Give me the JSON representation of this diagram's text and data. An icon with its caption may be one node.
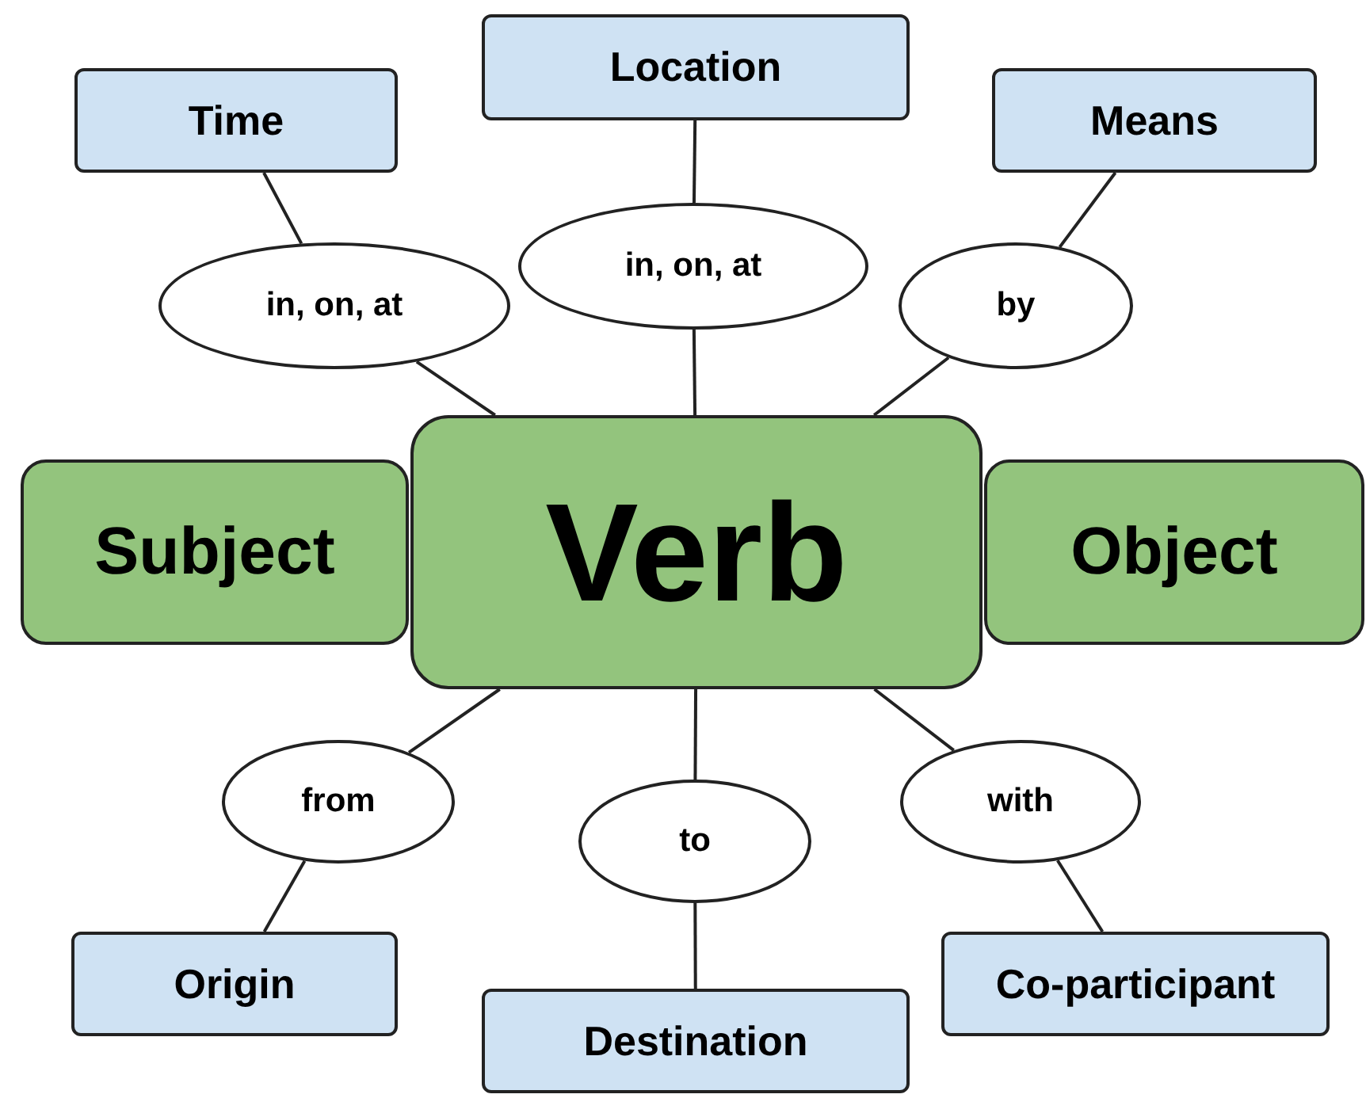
{
  "diagram": {
    "nodes": [
      {
        "text": [
          "Time"
        ]
      },
      {
        "text": [
          "Location"
        ]
      },
      {
        "text": [
          "Means"
        ]
      },
      {
        "text": [
          "in, on, at"
        ]
      },
      {
        "text": [
          "in, on, at"
        ]
      },
      {
        "text": [
          "by"
        ]
      },
      {
        "text": [
          "Subject"
        ]
      },
      {
        "text": [
          "Verb"
        ]
      },
      {
        "text": [
          "Object"
        ]
      },
      {
        "text": [
          "from"
        ]
      },
      {
        "text": [
          "to"
        ]
      },
      {
        "text": [
          "with"
        ]
      },
      {
        "text": [
          "Origin"
        ]
      },
      {
        "text": [
          "Destination"
        ]
      },
      {
        "text": [
          "Co-participant"
        ]
      }
    ],
    "edges": [
      {
        "from": 0,
        "to": 3,
        "arrow": "none"
      },
      {
        "from": 3,
        "to": 7,
        "arrow": "none"
      },
      {
        "from": 1,
        "to": 4,
        "arrow": "none"
      },
      {
        "from": 4,
        "to": 7,
        "arrow": "none"
      },
      {
        "from": 2,
        "to": 5,
        "arrow": "none"
      },
      {
        "from": 5,
        "to": 7,
        "arrow": "none"
      },
      {
        "from": 7,
        "to": 9,
        "arrow": "none"
      },
      {
        "from": 9,
        "to": 12,
        "arrow": "none"
      },
      {
        "from": 7,
        "to": 10,
        "arrow": "none"
      },
      {
        "from": 10,
        "to": 13,
        "arrow": "none"
      },
      {
        "from": 7,
        "to": 11,
        "arrow": "none"
      },
      {
        "from": 11,
        "to": 14,
        "arrow": "none"
      }
    ]
  }
}
